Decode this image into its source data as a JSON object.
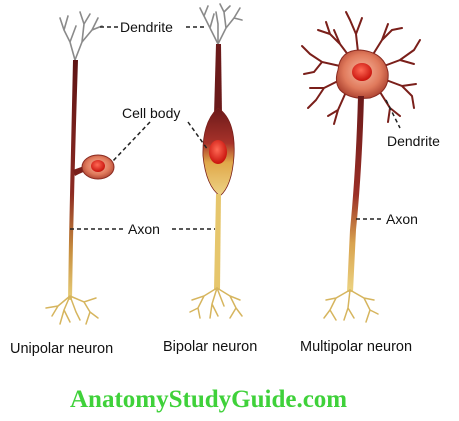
{
  "labels": {
    "dendrite_top": "Dendrite",
    "cell_body": "Cell body",
    "axon_left": "Axon",
    "dendrite_right": "Dendrite",
    "axon_right": "Axon"
  },
  "captions": {
    "unipolar": "Unipolar neuron",
    "bipolar": "Bipolar neuron",
    "multipolar": "Multipolar neuron"
  },
  "watermark": "AnatomyStudyGuide.com",
  "colors": {
    "watermark": "#3fd13a",
    "neuron_dark": "#6b1a1a",
    "neuron_mid": "#b0352a",
    "axon_light": "#e6c46a",
    "soma_fill": "#e07a5c",
    "nucleus": "#e8221b"
  }
}
